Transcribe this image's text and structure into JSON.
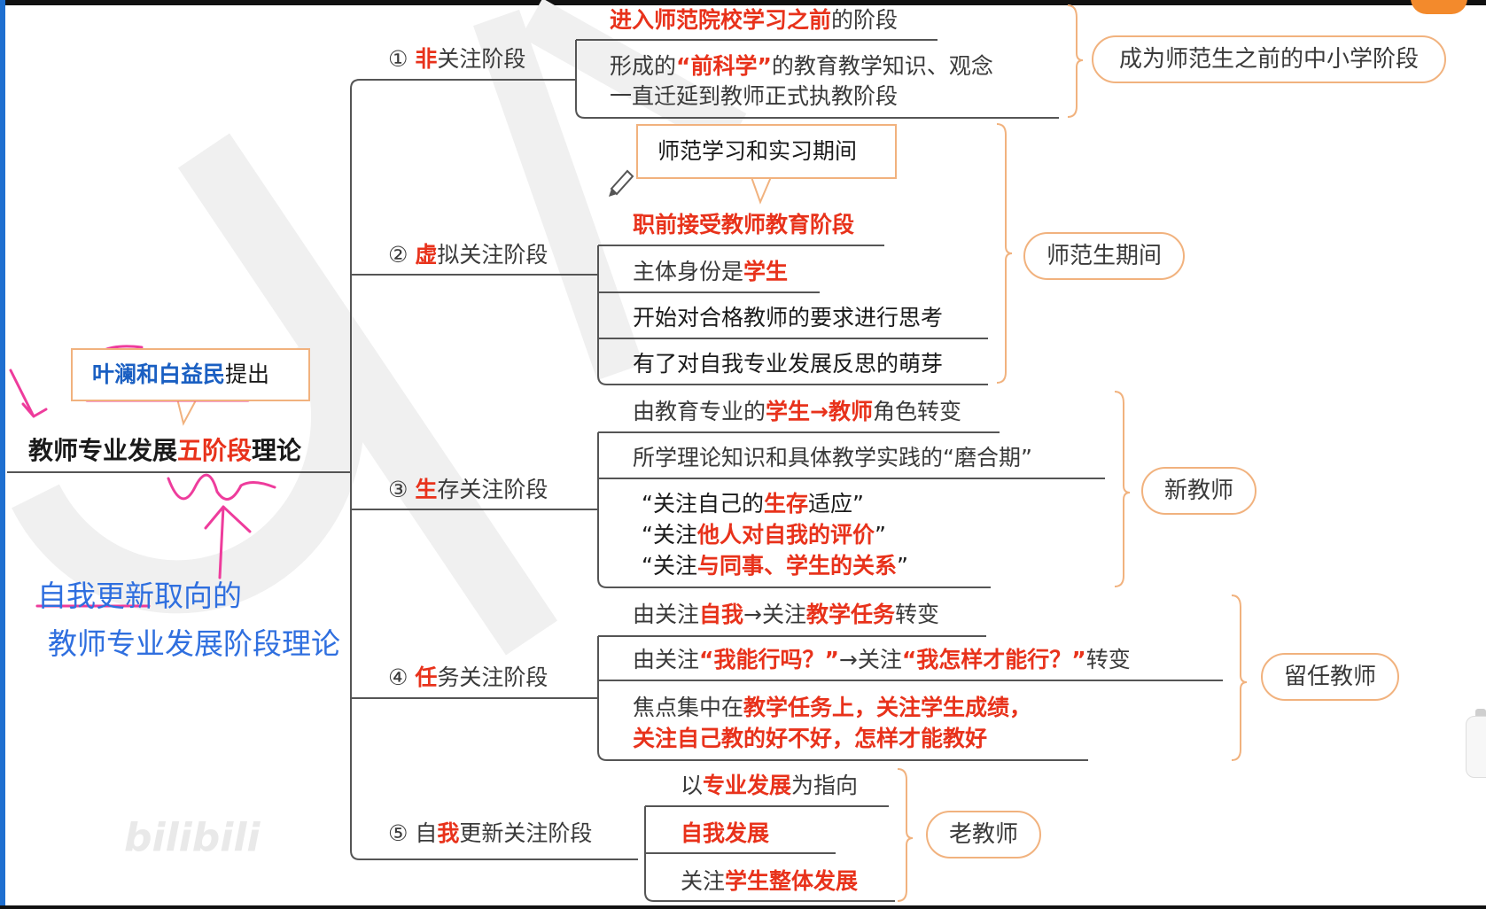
{
  "root": {
    "proposer_names": "叶澜和白益民",
    "proposer_suffix": "提出",
    "title_a": "教师专业发展",
    "title_b": "五阶段",
    "title_c": "理论"
  },
  "handwriting": {
    "line1": "自我更新取向的",
    "line2": "教师专业发展阶段理论"
  },
  "stages": [
    {
      "num": "①",
      "key": "非",
      "rest": "关注阶段",
      "items": [
        {
          "red": "进入师范院校学习之前",
          "tail": "的阶段"
        },
        {
          "a": "形成的",
          "red": "“前科学”",
          "b": "的教育教学知识、观念",
          "line2": "一直迁延到教师正式执教阶段"
        }
      ],
      "tag": "成为师范生之前的中小学阶段"
    },
    {
      "num": "②",
      "key": "虚",
      "rest": "拟关注阶段",
      "callout": "师范学习和实习期间",
      "items": [
        {
          "red": "职前接受教师教育阶段"
        },
        {
          "a": "主体身份是",
          "red": "学生"
        },
        {
          "dark": "开始对合格教师的要求进行思考"
        },
        {
          "dark": "有了对自我专业发展反思的萌芽"
        }
      ],
      "tag": "师范生期间"
    },
    {
      "num": "③",
      "key": "生",
      "rest": "存关注阶段",
      "items": [
        {
          "a": "由教育专业的",
          "red": "学生→教师",
          "b": "角色转变"
        },
        {
          "a": "所学理论知识和具体教学实践的“磨合期”"
        },
        {
          "l1a": "“关注自己的",
          "l1r": "生存",
          "l1b": "适应”",
          "l2a": "“关注",
          "l2r": "他人对自我的评价",
          "l2b": "”",
          "l3a": "“关注",
          "l3r": "与同事、学生的关系",
          "l3b": "”"
        }
      ],
      "tag": "新教师"
    },
    {
      "num": "④",
      "key": "任",
      "rest": "务关注阶段",
      "items": [
        {
          "a": "由关注",
          "r1": "自我",
          "b": "→关注",
          "r2": "教学任务",
          "c": "转变"
        },
        {
          "a": "由关注",
          "r1": "“我能行吗？”",
          "b": "→关注",
          "r2": "“我怎样才能行？”",
          "c": "转变"
        },
        {
          "a": "焦点集中在",
          "r1": "教学任务上，关注学生成绩，",
          "line2": "关注自己教的好不好，怎样才能教好"
        }
      ],
      "tag": "留任教师"
    },
    {
      "num": "⑤",
      "key_pre": "自",
      "key": "我",
      "rest": "更新关注阶段",
      "items": [
        {
          "a": "以",
          "red": "专业发展",
          "b": "为指向"
        },
        {
          "red": "自我发展"
        },
        {
          "a": "关注",
          "red": "学生整体发展"
        }
      ],
      "tag": "老教师"
    }
  ],
  "watermark": "bilibili"
}
